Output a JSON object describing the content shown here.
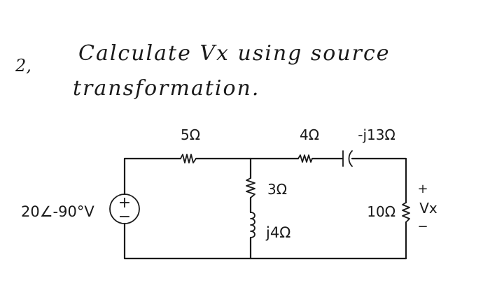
{
  "problem": {
    "number": "2,",
    "line1": "Calculate Vx using source",
    "line2": "transformation."
  },
  "circuit": {
    "source": {
      "label": "20∠-90°V",
      "plus": "+",
      "minus": "−"
    },
    "r5": {
      "label": "5Ω"
    },
    "r3": {
      "label": "3Ω"
    },
    "l4": {
      "label": "j4Ω"
    },
    "r4": {
      "label": "4Ω"
    },
    "c13": {
      "label": "-j13Ω"
    },
    "r10": {
      "label": "10Ω"
    },
    "vx": {
      "plus": "+",
      "label": "Vx",
      "minus": "−"
    }
  },
  "colors": {
    "ink": "#1a1a1a",
    "background": "#ffffff"
  }
}
